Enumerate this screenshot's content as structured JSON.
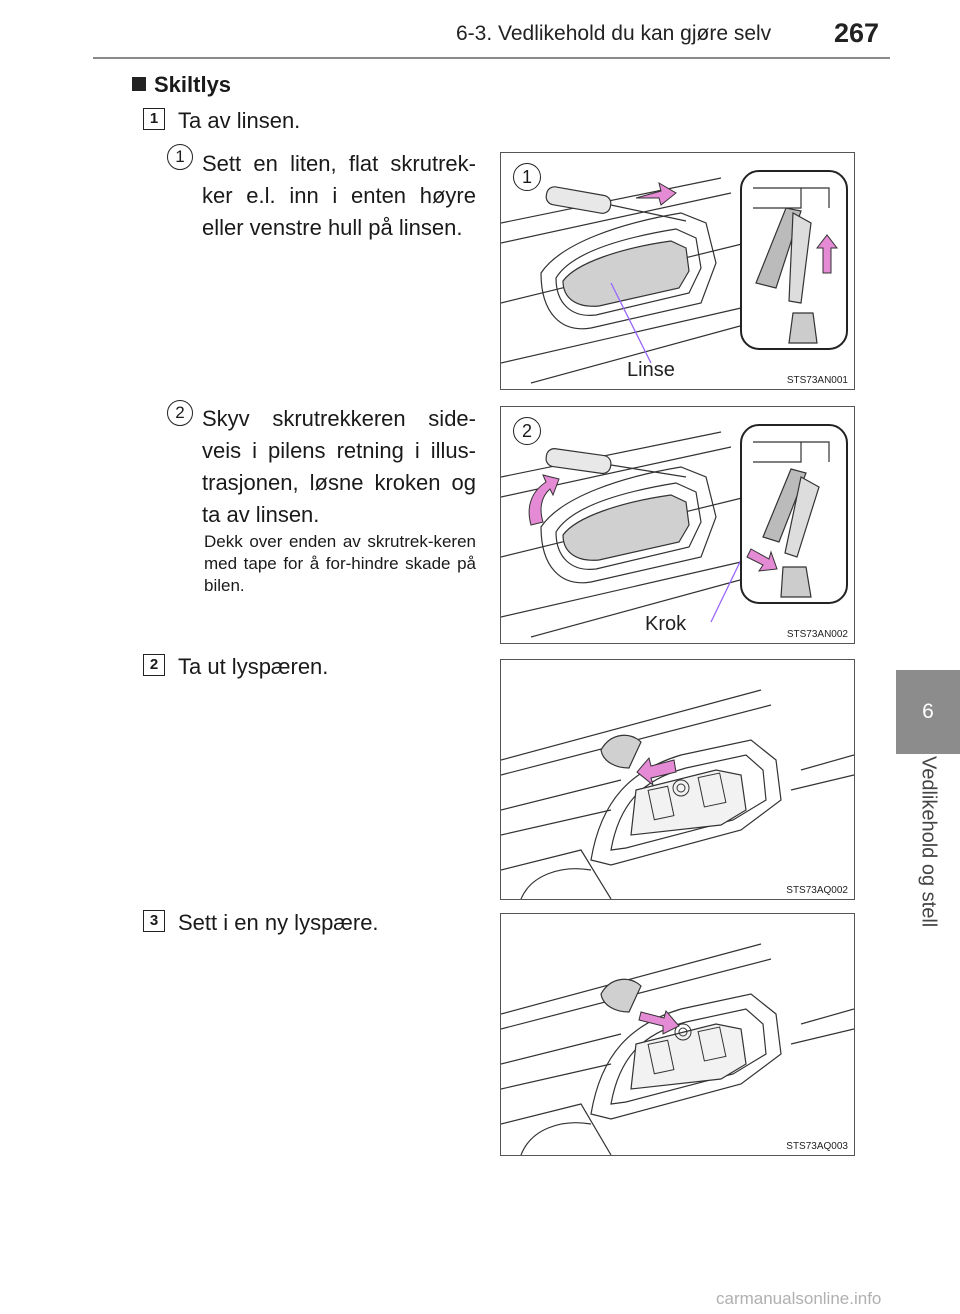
{
  "header": {
    "section": "6-3. Vedlikehold du kan gjøre selv",
    "page_number": "267"
  },
  "side_tab": {
    "chapter_number": "6",
    "chapter_title": "Vedlikehold og stell"
  },
  "section_title": "Skiltlys",
  "steps": [
    {
      "number": "1",
      "text": "Ta av linsen.",
      "substeps": [
        {
          "number": "1",
          "text": "Sett en liten, flat skrutrek-ker e.l. inn i enten høyre eller venstre hull på linsen."
        },
        {
          "number": "2",
          "text": "Skyv skrutrekkeren side-veis i pilens retning i illus-trasjonen, løsne kroken og ta av linsen.",
          "note": "Dekk over enden av skrutrek-keren med tape for å for-hindre skade på bilen."
        }
      ]
    },
    {
      "number": "2",
      "text": "Ta ut lyspæren."
    },
    {
      "number": "3",
      "text": "Sett i en ny lyspære."
    }
  ],
  "figures": [
    {
      "code": "STS73AN001",
      "callout_number": "1",
      "label": "Linse"
    },
    {
      "code": "STS73AN002",
      "callout_number": "2",
      "label": "Krok"
    },
    {
      "code": "STS73AQ002"
    },
    {
      "code": "STS73AQ003"
    }
  ],
  "colors": {
    "arrow_pink": "#e58ad4",
    "callout_line": "#9966ff",
    "tab_gray": "#8c8c8c",
    "lens_gray": "#d0d0d0"
  },
  "watermark": "carmanualsonline.info"
}
